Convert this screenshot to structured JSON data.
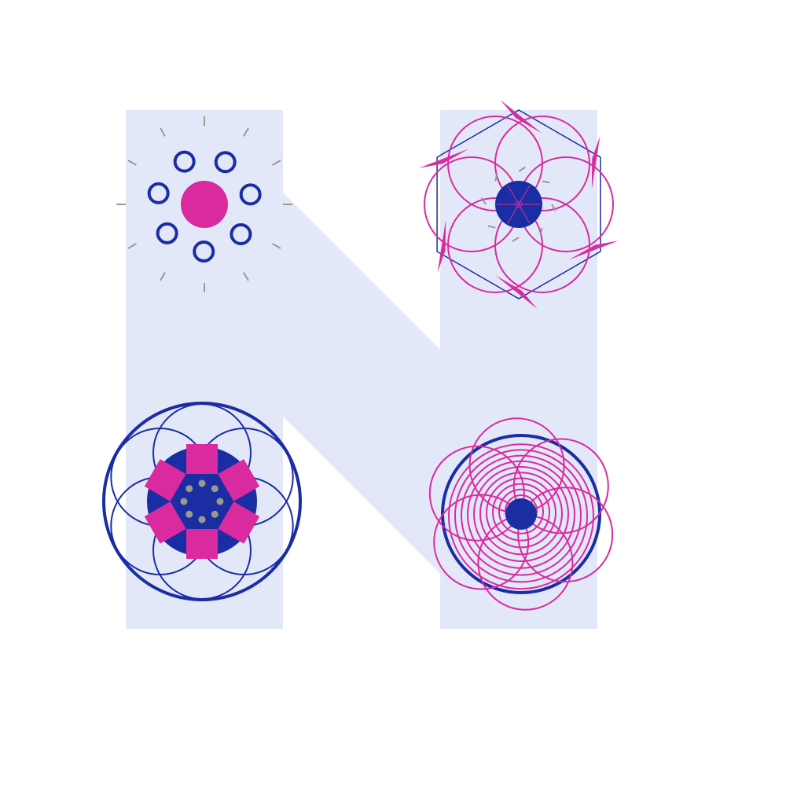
{
  "colors": {
    "background": "#ffffff",
    "letter_fill": "#e3e8f9",
    "navy": "#1a2da3",
    "magenta": "#d92b9f",
    "gray": "#9a9a8c"
  },
  "letter": "N",
  "motifs": [
    {
      "name": "dot-ring-motif",
      "description_items": {
        "ring_circles": 7,
        "tick_marks": 12,
        "center": "magenta-disc"
      }
    },
    {
      "name": "pinwheel-motif",
      "description_items": {
        "petal_circles": 6,
        "arrow_blades": 6,
        "outer_polygon_sides": 6,
        "center": "navy-disc"
      }
    },
    {
      "name": "rosette-motif",
      "description_items": {
        "petal_circles": 6,
        "rect_petals": 6,
        "gray_dots": 8,
        "center": "navy-hexagon"
      }
    },
    {
      "name": "spiral-motif",
      "description_items": {
        "concentric_rings": 10,
        "petal_circles": 6,
        "center": "navy-disc"
      }
    }
  ]
}
